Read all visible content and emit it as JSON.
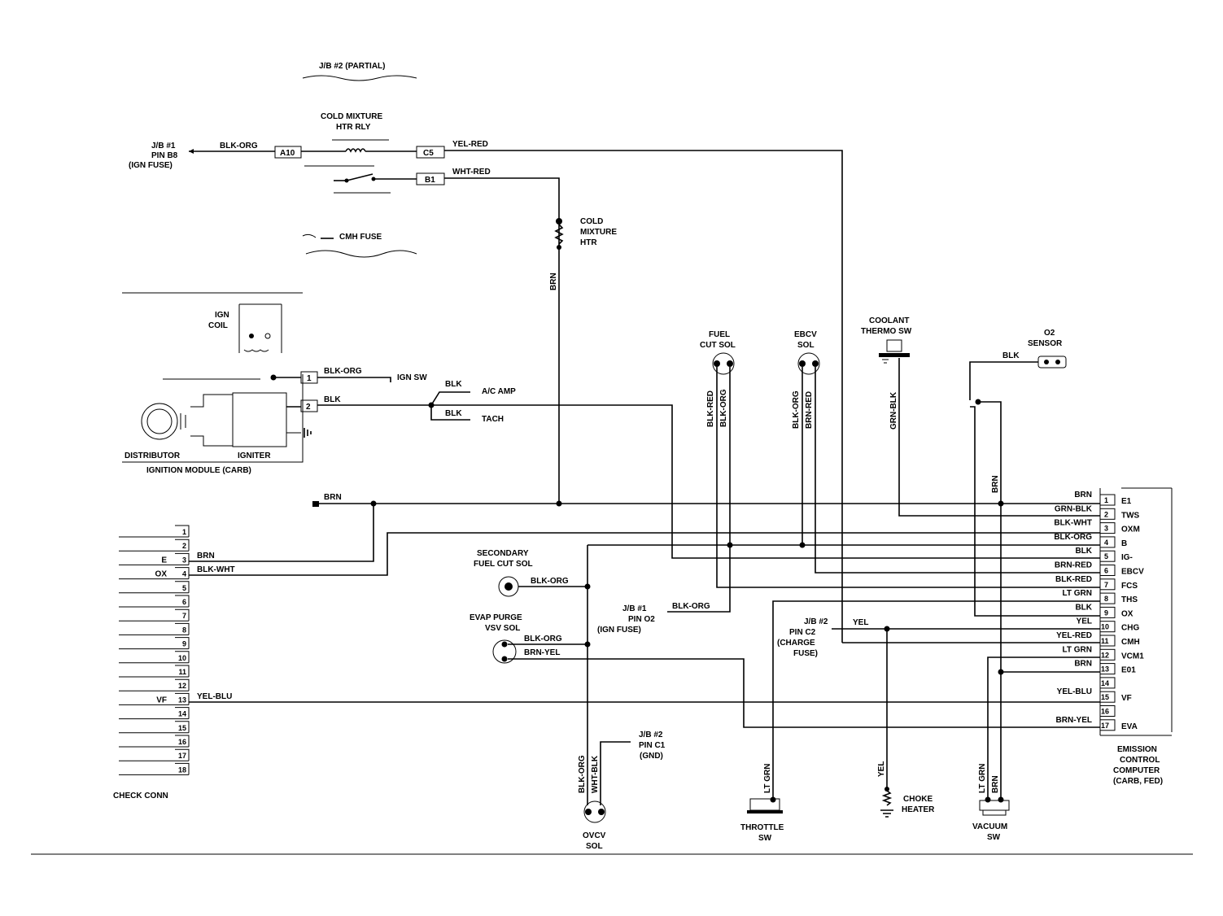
{
  "labels": {
    "jb2_partial": "J/B #2 (PARTIAL)",
    "relay_name_1": "COLD MIXTURE",
    "relay_name_2": "HTR RLY",
    "jb1_pin_b8_1": "J/B #1",
    "jb1_pin_b8_2": "PIN B8",
    "jb1_pin_b8_3": "(IGN FUSE)",
    "cmh_fuse": "CMH FUSE",
    "cold_htr_1": "COLD",
    "cold_htr_2": "MIXTURE",
    "cold_htr_3": "HTR",
    "ign_coil_1": "IGN",
    "ign_coil_2": "COIL",
    "ign_sw": "IGN SW",
    "ac_amp": "A/C AMP",
    "tach": "TACH",
    "distributor": "DISTRIBUTOR",
    "igniter": "IGNITER",
    "ignition_module": "IGNITION MODULE (CARB)",
    "fuel_cut_1": "FUEL",
    "fuel_cut_2": "CUT SOL",
    "ebcv_1": "EBCV",
    "ebcv_2": "SOL",
    "coolant_1": "COOLANT",
    "coolant_2": "THERMO SW",
    "o2_1": "O2",
    "o2_2": "SENSOR",
    "sec_fuel_1": "SECONDARY",
    "sec_fuel_2": "FUEL CUT SOL",
    "evap_1": "EVAP PURGE",
    "evap_2": "VSV SOL",
    "jb1_o2_1": "J/B #1",
    "jb1_o2_2": "PIN O2",
    "jb1_o2_3": "(IGN FUSE)",
    "jb2_c2_1": "J/B #2",
    "jb2_c2_2": "PIN C2",
    "jb2_c2_3": "(CHARGE",
    "jb2_c2_4": "FUSE)",
    "jb2_c1_1": "J/B #2",
    "jb2_c1_2": "PIN C1",
    "jb2_c1_3": "(GND)",
    "ovcv_1": "OVCV",
    "ovcv_2": "SOL",
    "throttle_1": "THROTTLE",
    "throttle_2": "SW",
    "choke_1": "CHOKE",
    "choke_2": "HEATER",
    "vacuum_1": "VACUUM",
    "vacuum_2": "SW",
    "ecc_1": "EMISSION",
    "ecc_2": "CONTROL",
    "ecc_3": "COMPUTER",
    "ecc_4": "(CARB, FED)",
    "check_conn": "CHECK CONN"
  },
  "connectors": {
    "a10": "A10",
    "c5": "C5",
    "b1": "B1",
    "pin1": "1",
    "pin2": "2"
  },
  "wires": {
    "blk_org_a10": "BLK-ORG",
    "yel_red_c5": "YEL-RED",
    "wht_red_b1": "WHT-RED",
    "brn_htr": "BRN",
    "blk_org_ign": "BLK-ORG",
    "blk_ign": "BLK",
    "blk_ac": "BLK",
    "blk_tach": "BLK",
    "brn_gnd": "BRN",
    "brn_chk3": "BRN",
    "blk_wht_chk4": "BLK-WHT",
    "yel_blu_chk13": "YEL-BLU",
    "blk_red_fcs": "BLK-RED",
    "blk_org_fcs": "BLK-ORG",
    "blk_org_ebcv": "BLK-ORG",
    "brn_red_ebcv": "BRN-RED",
    "grn_blk_thermo": "GRN-BLK",
    "blk_o2": "BLK",
    "brn_vac": "BRN",
    "blk_org_sec": "BLK-ORG",
    "blk_org_evap": "BLK-ORG",
    "brn_yel_evap": "BRN-YEL",
    "blk_org_o2pin": "BLK-ORG",
    "yel_c2": "YEL",
    "blk_org_ovcv": "BLK-ORG",
    "wht_blk_ovcv": "WHT-BLK",
    "lt_grn_thr": "LT GRN",
    "yel_choke": "YEL",
    "lt_grn_vac": "LT GRN",
    "brn_vac2": "BRN"
  },
  "ecc_pins": [
    {
      "n": "1",
      "name": "E1",
      "wire": "BRN"
    },
    {
      "n": "2",
      "name": "TWS",
      "wire": "GRN-BLK"
    },
    {
      "n": "3",
      "name": "OXM",
      "wire": "BLK-WHT"
    },
    {
      "n": "4",
      "name": "B",
      "wire": "BLK-ORG"
    },
    {
      "n": "5",
      "name": "IG-",
      "wire": "BLK"
    },
    {
      "n": "6",
      "name": "EBCV",
      "wire": "BRN-RED"
    },
    {
      "n": "7",
      "name": "FCS",
      "wire": "BLK-RED"
    },
    {
      "n": "8",
      "name": "THS",
      "wire": "LT GRN"
    },
    {
      "n": "9",
      "name": "OX",
      "wire": "BLK"
    },
    {
      "n": "10",
      "name": "CHG",
      "wire": "YEL"
    },
    {
      "n": "11",
      "name": "CMH",
      "wire": "YEL-RED"
    },
    {
      "n": "12",
      "name": "VCM1",
      "wire": "LT GRN"
    },
    {
      "n": "13",
      "name": "E01",
      "wire": "BRN"
    },
    {
      "n": "14",
      "name": "",
      "wire": ""
    },
    {
      "n": "15",
      "name": "VF",
      "wire": "YEL-BLU"
    },
    {
      "n": "16",
      "name": "",
      "wire": ""
    },
    {
      "n": "17",
      "name": "EVA",
      "wire": "BRN-YEL"
    }
  ],
  "check_pins": [
    {
      "n": "1",
      "name": ""
    },
    {
      "n": "2",
      "name": ""
    },
    {
      "n": "3",
      "name": "E"
    },
    {
      "n": "4",
      "name": "OX"
    },
    {
      "n": "5",
      "name": ""
    },
    {
      "n": "6",
      "name": ""
    },
    {
      "n": "7",
      "name": ""
    },
    {
      "n": "8",
      "name": ""
    },
    {
      "n": "9",
      "name": ""
    },
    {
      "n": "10",
      "name": ""
    },
    {
      "n": "11",
      "name": ""
    },
    {
      "n": "12",
      "name": ""
    },
    {
      "n": "13",
      "name": "VF"
    },
    {
      "n": "14",
      "name": ""
    },
    {
      "n": "15",
      "name": ""
    },
    {
      "n": "16",
      "name": ""
    },
    {
      "n": "17",
      "name": ""
    },
    {
      "n": "18",
      "name": ""
    }
  ]
}
